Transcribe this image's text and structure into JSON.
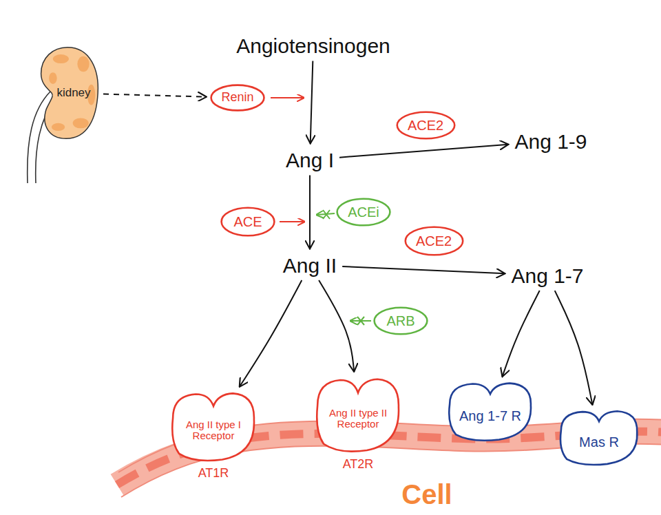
{
  "diagram": {
    "nodes": [
      {
        "text": [
          "kidney"
        ]
      },
      {
        "text": [
          "Angiotensinogen"
        ]
      },
      {
        "text": [
          "Renin"
        ]
      },
      {
        "text": [
          "Ang I"
        ]
      },
      {
        "text": [
          "ACE2"
        ]
      },
      {
        "text": [
          "Ang 1-9"
        ]
      },
      {
        "text": [
          "ACE"
        ]
      },
      {
        "text": [
          "ACEi"
        ]
      },
      {
        "text": [
          "Ang II"
        ]
      },
      {
        "text": [
          "ACE2"
        ]
      },
      {
        "text": [
          "Ang 1-7"
        ]
      },
      {
        "text": [
          "ARB"
        ]
      },
      {
        "text": [
          "Ang II type I Receptor",
          "AT1R"
        ]
      },
      {
        "text": [
          "Ang II type II Receptor",
          "AT2R"
        ]
      },
      {
        "text": [
          "Ang 1-7 R"
        ]
      },
      {
        "text": [
          "Mas R"
        ]
      }
    ],
    "edges": [
      {
        "from": 0,
        "to": 2,
        "arrow": "to"
      },
      {
        "from": 1,
        "to": 3,
        "arrow": "to"
      },
      {
        "from": 3,
        "to": 5,
        "arrow": "to"
      },
      {
        "from": 3,
        "to": 8,
        "arrow": "to"
      },
      {
        "from": 8,
        "to": 10,
        "arrow": "to"
      },
      {
        "from": 8,
        "to": 12,
        "arrow": "to"
      },
      {
        "from": 8,
        "to": 13,
        "arrow": "to"
      },
      {
        "from": 10,
        "to": 14,
        "arrow": "to"
      },
      {
        "from": 10,
        "to": 15,
        "arrow": "to"
      }
    ],
    "labels": [
      "Cell"
    ]
  }
}
